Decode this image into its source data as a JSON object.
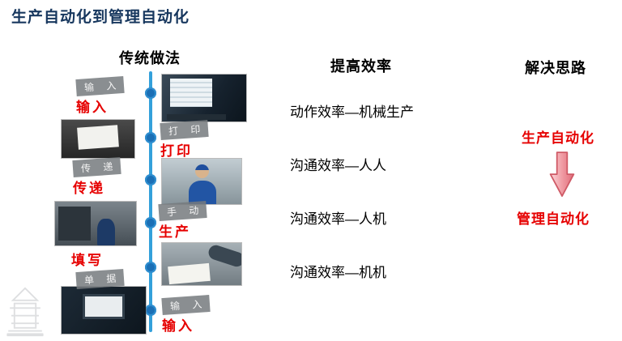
{
  "title": "生产自动化到管理自动化",
  "timeline": {
    "heading": "传统做法",
    "steps": [
      {
        "label": "输入",
        "ghost": "输 入"
      },
      {
        "label": "打印",
        "ghost": "打 印"
      },
      {
        "label": "传递",
        "ghost": "传 递"
      },
      {
        "label": "生产",
        "ghost": "手 动"
      },
      {
        "label": "填写",
        "ghost": "单 据"
      },
      {
        "label": "输入",
        "ghost": "输 入"
      }
    ]
  },
  "efficiency": {
    "heading": "提高效率",
    "items": [
      "动作效率—机械生产",
      "沟通效率—人人",
      "沟通效率—人机",
      "沟通效率—机机"
    ]
  },
  "solution": {
    "heading": "解决思路",
    "from": "生产自动化",
    "to": "管理自动化"
  },
  "colors": {
    "title_navy": "#17375E",
    "accent_red": "#E60000",
    "timeline_blue": "#33A0DB",
    "dot_blue": "#1B6FB5",
    "arrow_pink": "#F09BA3",
    "arrow_border": "#CF5A66"
  }
}
